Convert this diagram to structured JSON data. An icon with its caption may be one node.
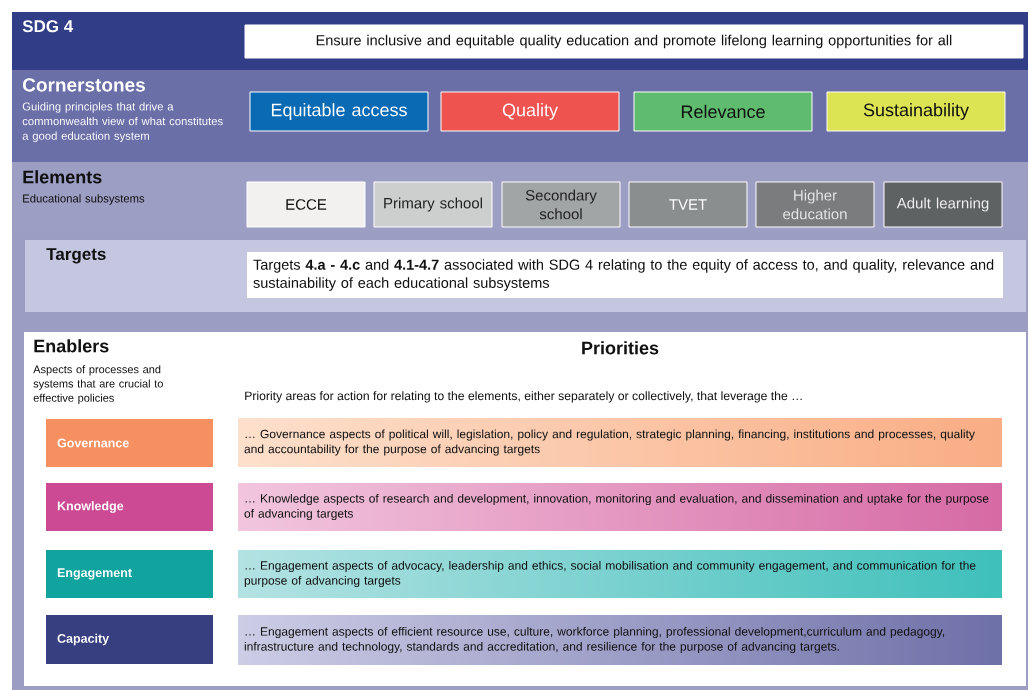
{
  "diagram": {
    "nodes": [
      {
        "text": [
          "SDG 4"
        ]
      },
      {
        "text": [
          "Ensure inclusive and equitable quality education and promote lifelong learning opportunities for all"
        ],
        "in": 0
      },
      {
        "text": [
          "Cornerstones",
          "Guiding principles that drive a commonwealth view of what constitutes a good education system"
        ]
      },
      {
        "text": [
          "Equitable access"
        ],
        "in": 2
      },
      {
        "text": [
          "Quality"
        ],
        "in": 2
      },
      {
        "text": [
          "Relevance"
        ],
        "in": 2
      },
      {
        "text": [
          "Sustainability"
        ],
        "in": 2
      },
      {
        "text": [
          "Elements",
          "Educational subsystems"
        ]
      },
      {
        "text": [
          "ECCE"
        ],
        "in": 7
      },
      {
        "text": [
          "Primary school"
        ],
        "in": 7
      },
      {
        "text": [
          "Secondary school"
        ],
        "in": 7
      },
      {
        "text": [
          "TVET"
        ],
        "in": 7
      },
      {
        "text": [
          "Higher education"
        ],
        "in": 7
      },
      {
        "text": [
          "Adult learning"
        ],
        "in": 7
      },
      {
        "text": [
          "Targets"
        ]
      },
      {
        "text": [
          "Targets **4.a - 4.c** and **4.1-4.7** associated with SDG 4 relating to the equity of access to, and quality, relevance and sustainability of each educational subsystems"
        ],
        "in": 14
      },
      {
        "text": [
          "Enablers",
          "Aspects of processes and systems that are crucial to effective policies",
          "Priorities",
          "Priority areas for action for relating to the elements, either separately or collectively, that leverage the …"
        ]
      },
      {
        "text": [
          "Governance"
        ],
        "in": 16
      },
      {
        "text": [
          "… Governance aspects of political will, legislation, policy and regulation, strategic planning, financing, institutions and processes, quality and accountability for the purpose of advancing targets"
        ],
        "in": 16
      },
      {
        "text": [
          "Knowledge"
        ],
        "in": 16
      },
      {
        "text": [
          "… Knowledge aspects of research and development, innovation, monitoring and evaluation, and dissemination and uptake for the purpose of advancing targets"
        ],
        "in": 16
      },
      {
        "text": [
          "Engagement"
        ],
        "in": 16
      },
      {
        "text": [
          "… Engagement aspects of advocacy, leadership and ethics, social mobilisation and community engagement, and communication for the purpose of advancing targets"
        ],
        "in": 16
      },
      {
        "text": [
          "Capacity"
        ],
        "in": 16
      },
      {
        "text": [
          "… Engagement aspects of  efficient resource use, culture, workforce planning, professional development,curriculum and pedagogy, infrastructure and technology, standards and accreditation, and resilience for the purpose of advancing targets."
        ],
        "in": 16
      }
    ]
  }
}
